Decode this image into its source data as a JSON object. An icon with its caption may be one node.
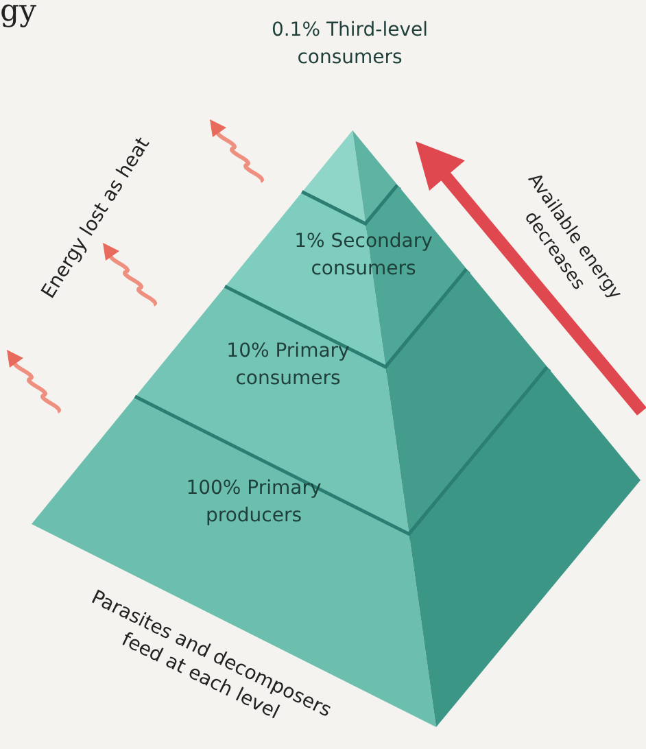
{
  "diagram": {
    "nodes": [
      {
        "text": [
          "0.1% Third-level consumers"
        ]
      },
      {
        "text": [
          "1% Secondary consumers"
        ]
      },
      {
        "text": [
          "10% Primary consumers"
        ]
      },
      {
        "text": [
          "100% Primary producers"
        ]
      }
    ],
    "labels": [
      "gy",
      "Energy lost as heat",
      "Available energy decreases",
      "Parasites and decomposers feed at each level"
    ]
  }
}
